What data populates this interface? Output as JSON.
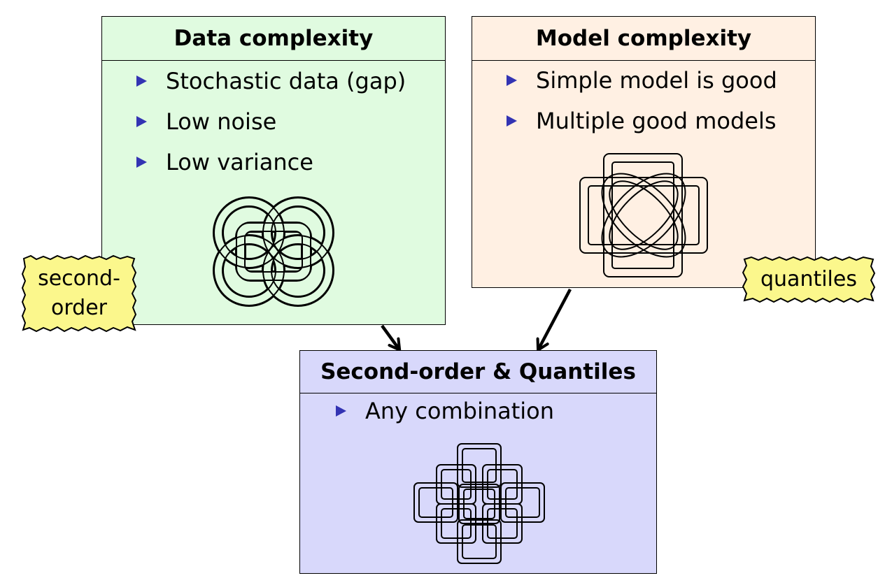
{
  "boxes": {
    "data": {
      "title": "Data complexity",
      "items": [
        "Stochastic data (gap)",
        "Low noise",
        "Low variance"
      ],
      "fill": "#e0fbe0",
      "knot_icon": "celtic-ring-knot"
    },
    "model": {
      "title": "Model complexity",
      "items": [
        "Simple model is good",
        "Multiple good models"
      ],
      "fill": "#fff0e3",
      "knot_icon": "celtic-square-knot"
    },
    "combo": {
      "title": "Second-order & Quantiles",
      "items": [
        "Any combination"
      ],
      "fill": "#d8d8fb",
      "knot_icon": "celtic-chain-knot"
    }
  },
  "notes": {
    "left": {
      "line1": "second-",
      "line2": "order"
    },
    "right": {
      "text": "quantiles"
    },
    "fill": "#fbf78c"
  },
  "colors": {
    "bullet": "#3333b3",
    "outline": "#000000"
  }
}
